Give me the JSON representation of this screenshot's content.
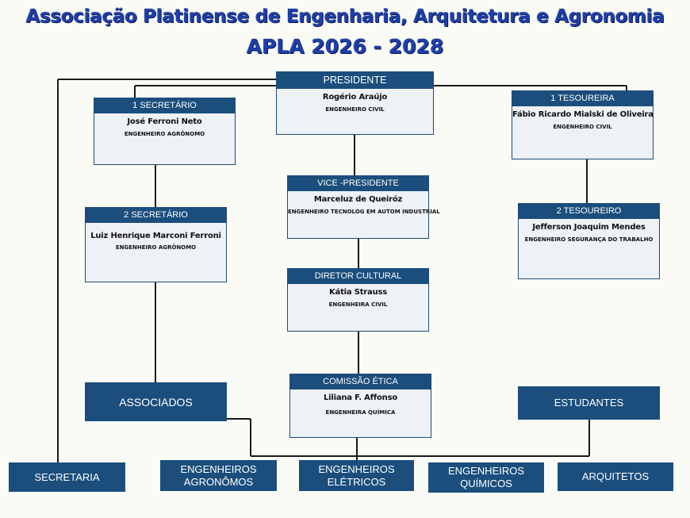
{
  "header": {
    "title": "Associação Platinense de Engenharia, Arquitetura e Agronomia",
    "subtitle": "APLA 2026 - 2028"
  },
  "board": {
    "president": {
      "role": "PRESIDENTE",
      "name": "Rogério Araújo",
      "profession": "ENGENHEIRO CIVIL"
    },
    "secretary1": {
      "role": "1 SECRETÁRIO",
      "name": "José Ferroni Neto",
      "profession": "ENGENHEIRO AGRÔNOMO"
    },
    "treasurer1": {
      "role": "1 TESOUREIRA",
      "name": "Fábio Ricardo Mialski de Oliveira",
      "profession": "ENGENHEIRO CIVIL"
    },
    "vice_president": {
      "role": "VICE -PRESIDENTE",
      "name": "Marceluz de Queiróz",
      "profession": "ENGENHEIRO TECNOLOG EM AUTOM INDUSTRIAL"
    },
    "secretary2": {
      "role": "2 SECRETÁRIO",
      "name": "Luiz Henrique Marconi Ferroni",
      "profession": "ENGENHEIRO AGRÔNOMO"
    },
    "treasurer2": {
      "role": "2 TESOUREIRO",
      "name": "Jefferson Joaquim Mendes",
      "profession": "ENGENHEIRO SEGURANÇA DO TRABALHO"
    },
    "cultural_director": {
      "role": "DIRETOR CULTURAL",
      "name": "Kátia Strauss",
      "profession": "ENGENHEIRA CIVIL"
    },
    "ethics": {
      "role": "COMISSÃO ÉTICA",
      "name": "Liliana F. Affonso",
      "profession": "ENGENHEIRA QUÍMICA"
    }
  },
  "groups": {
    "associates": "ASSOCIADOS",
    "students": "ESTUDANTES",
    "secretariat": "SECRETARIA",
    "agronomists_line1": "ENGENHEIROS",
    "agronomists_line2": "AGRONÔMOS",
    "electrical_line1": "ENGENHEIROS",
    "electrical_line2": "ELÉTRICOS",
    "chemical_line1": "ENGENHEIROS",
    "chemical_line2": "QUÍMICOS",
    "architects": "ARQUITETOS"
  },
  "colors": {
    "header_text": "#1e3fa8",
    "box_fill": "#1b4e7c",
    "card_body": "#eef1f5",
    "background": "#fbfbf6",
    "connector": "#1a1a1a"
  }
}
